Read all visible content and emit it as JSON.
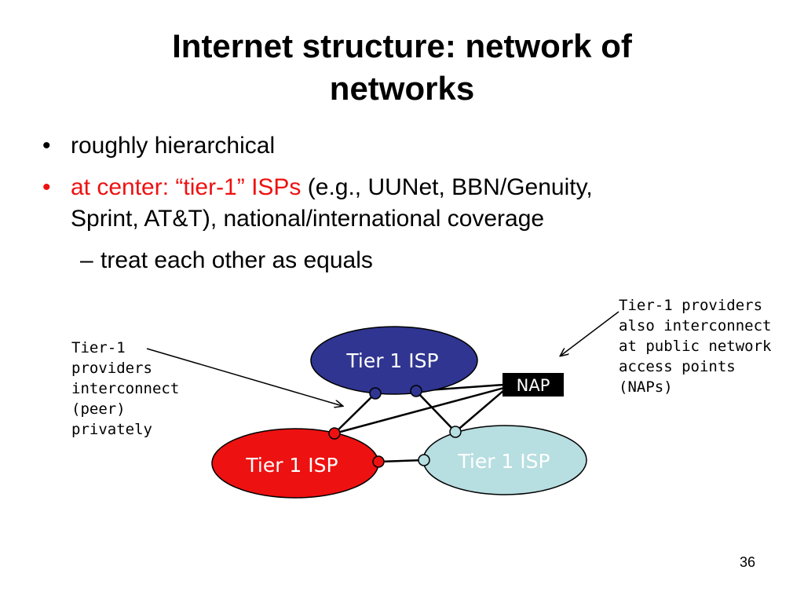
{
  "slide": {
    "title_line1": "Internet structure: network of",
    "title_line2": "networks",
    "bullets": {
      "b1": {
        "marker": "•",
        "text": "roughly hierarchical"
      },
      "b2": {
        "marker": "•",
        "highlight": "at center: “tier-1” ISPs",
        "rest_line1": " (e.g., UUNet, BBN/Genuity,",
        "rest_line2": "Sprint, AT&T), national/international coverage"
      },
      "sub": {
        "marker": "–",
        "text": "treat each other as equals"
      }
    },
    "page_number": "36"
  },
  "diagram": {
    "nodes": {
      "top": {
        "label": "Tier 1 ISP",
        "color": "#2f3590"
      },
      "left": {
        "label": "Tier 1 ISP",
        "color": "#ee1111"
      },
      "right": {
        "label": "Tier 1 ISP",
        "color": "#b7dee0"
      }
    },
    "nap": {
      "label": "NAP"
    },
    "left_note": {
      "line1": "Tier-1",
      "line2": "providers",
      "line3": "interconnect",
      "line4": "(peer)",
      "line5": "privately"
    },
    "right_note": {
      "line1": "Tier-1 providers",
      "line2": "also interconnect",
      "line3": "at public network",
      "line4": "access points",
      "line5": "(NAPs)"
    }
  },
  "colors": {
    "highlight_text": "#ee1111",
    "top_router": "#2f3590",
    "left_router": "#ee1111",
    "right_router": "#b7dee0"
  }
}
